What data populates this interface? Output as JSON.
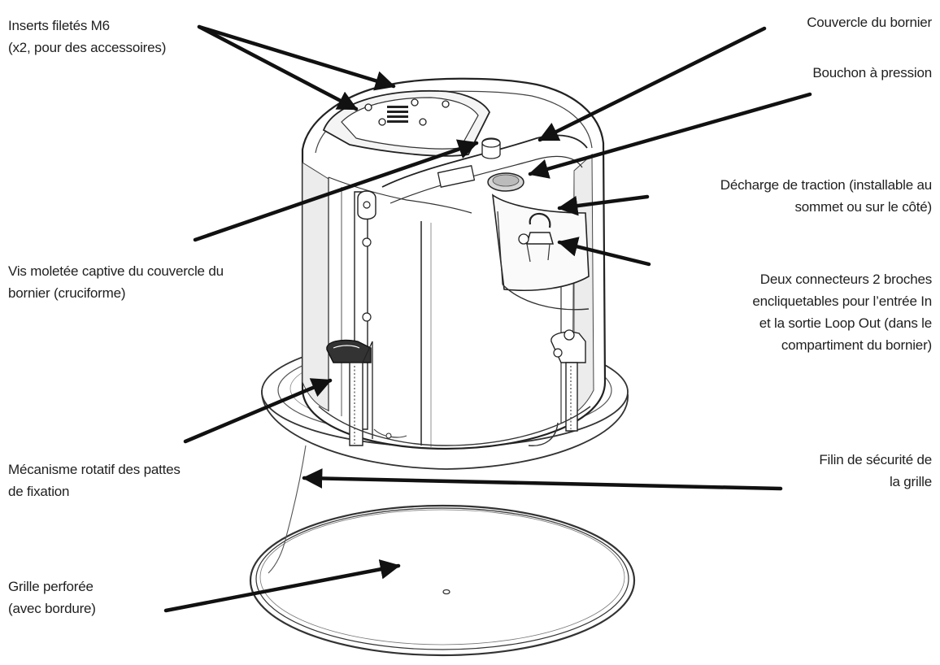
{
  "labels": {
    "inserts": [
      "Inserts filetés M6",
      "(x2, pour des accessoires)"
    ],
    "vis": [
      "Vis moletée captive du couvercle du",
      "bornier (cruciforme)"
    ],
    "mecanisme": [
      "Mécanisme rotatif des pattes",
      "de fixation"
    ],
    "grille": [
      "Grille perforée",
      "(avec bordure)"
    ],
    "couvercle": [
      "Couvercle du bornier"
    ],
    "bouchon": [
      "Bouchon à pression"
    ],
    "decharge": [
      "Décharge de traction (installable au",
      "sommet ou sur le côté)"
    ],
    "connecteurs": [
      "Deux connecteurs 2 broches",
      "encliquetables pour l’entrée In",
      "et la sortie Loop Out (dans le",
      "compartiment du bornier)"
    ],
    "filin": [
      "Filin de sécurité de",
      "la grille"
    ]
  },
  "colors": {
    "ink": "#1a1a1a",
    "line": "#222222",
    "speaker_body": "#ffffff",
    "shading": "#d9d9d9"
  }
}
